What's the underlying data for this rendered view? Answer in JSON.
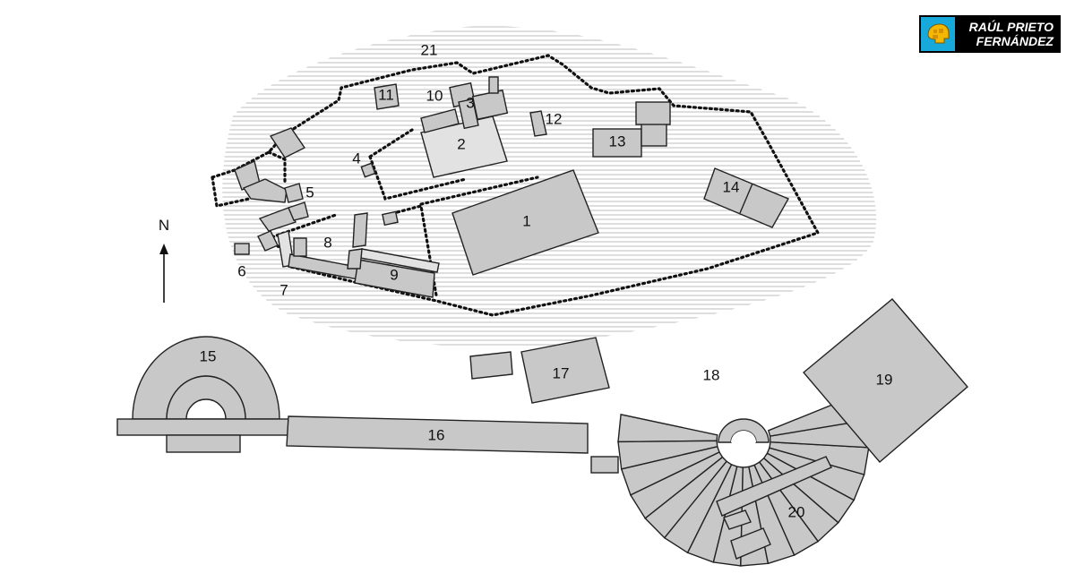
{
  "logo": {
    "line1": "RAÚL PRIETO",
    "line2": "FERNÁNDEZ",
    "icon": "puzzle-head-icon"
  },
  "compass": {
    "label": "N",
    "icon": "north-arrow-icon"
  },
  "labels": {
    "l1": "1",
    "l2": "2",
    "l3": "3",
    "l4": "4",
    "l5": "5",
    "l6": "6",
    "l7": "7",
    "l8": "8",
    "l9": "9",
    "l10": "10",
    "l11": "11",
    "l12": "12",
    "l13": "13",
    "l14": "14",
    "l15": "15",
    "l16": "16",
    "l17": "17",
    "l18": "18",
    "l19": "19",
    "l20": "20",
    "l21": "21"
  },
  "colors": {
    "building": "#c8c8c8",
    "outline": "#222222",
    "hatch": "#bdbdbd",
    "logo_bg": "#000000",
    "logo_icon": "#17a9dc"
  }
}
